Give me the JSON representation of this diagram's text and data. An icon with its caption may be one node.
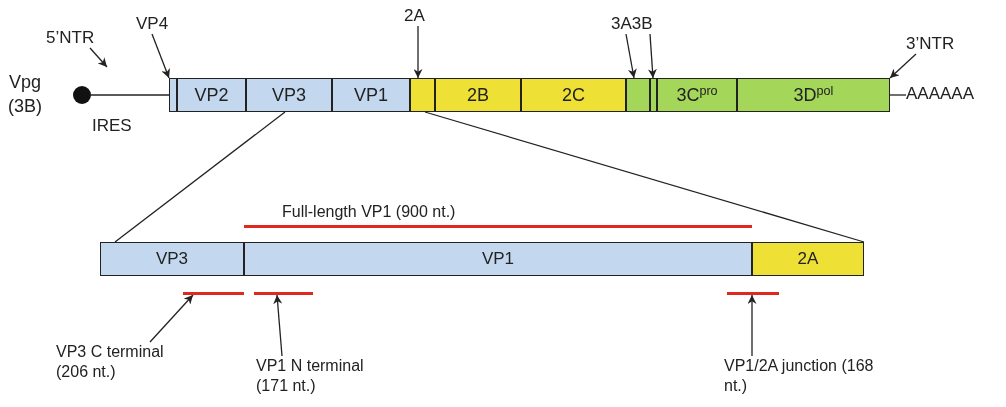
{
  "diagram": {
    "nodes": [
      {
        "text": [],
        "shape": "circle",
        "beside": [
          "Vpg (3B)"
        ]
      },
      {
        "text": [],
        "shape": "box"
      },
      {
        "text": [
          "VP2"
        ]
      },
      {
        "text": [
          "VP3"
        ]
      },
      {
        "text": [
          "VP1"
        ]
      },
      {
        "text": [],
        "shape": "box"
      },
      {
        "text": [
          "2B"
        ]
      },
      {
        "text": [
          "2C"
        ]
      },
      {
        "text": [],
        "shape": "box"
      },
      {
        "text": [],
        "shape": "box"
      },
      {
        "text": [
          "3C$^{pro}$"
        ]
      },
      {
        "text": [
          "3D$^{pol}$"
        ]
      },
      {
        "text": [
          "AAAAAA"
        ]
      },
      {
        "text": [
          "5’NTR"
        ]
      },
      {
        "text": [
          "VP4"
        ]
      },
      {
        "text": [
          "2A"
        ]
      },
      {
        "text": [
          "3A3B"
        ]
      },
      {
        "text": [
          "3’NTR"
        ]
      },
      {
        "text": [
          "VP3"
        ]
      },
      {
        "text": [
          "VP1"
        ]
      },
      {
        "text": [
          "2A"
        ]
      },
      {
        "text": [],
        "shape": "bar",
        "beside": [
          "Full-length VP1 (900 nt.)"
        ]
      },
      {
        "text": [],
        "shape": "bar"
      },
      {
        "text": [],
        "shape": "bar"
      },
      {
        "text": [],
        "shape": "bar"
      },
      {
        "text": [
          "VP3 C terminal (206 nt.)"
        ]
      },
      {
        "text": [
          "VP1 N terminal (171 nt.)"
        ]
      },
      {
        "text": [
          "VP1/2A junction (168 nt.)"
        ]
      }
    ],
    "edges": [
      {
        "from": 0,
        "to": 1,
        "arrow": "none"
      },
      {
        "from": 13,
        "to": null,
        "arrow": "to"
      },
      {
        "from": 14,
        "to": 1,
        "arrow": "to"
      },
      {
        "from": 15,
        "to": 5,
        "arrow": "to"
      },
      {
        "from": 16,
        "to": 8,
        "arrow": "to"
      },
      {
        "from": 16,
        "to": 9,
        "arrow": "to"
      },
      {
        "from": 17,
        "to": 11,
        "arrow": "to"
      },
      {
        "from": 11,
        "to": 12,
        "arrow": "none"
      },
      {
        "from": 3,
        "to": 18,
        "arrow": "none"
      },
      {
        "from": 5,
        "to": 20,
        "arrow": "none"
      },
      {
        "from": 25,
        "to": 22,
        "arrow": "to"
      },
      {
        "from": 26,
        "to": 23,
        "arrow": "to"
      },
      {
        "from": 27,
        "to": 24,
        "arrow": "to"
      }
    ],
    "labels": [
      "IRES"
    ]
  }
}
